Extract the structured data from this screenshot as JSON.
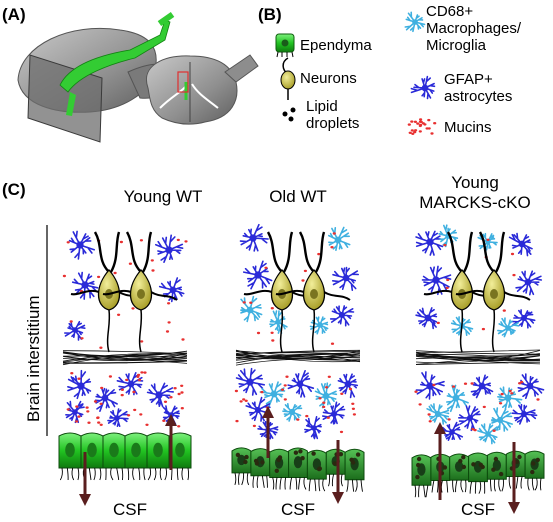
{
  "panels": {
    "a": "(A)",
    "b": "(B)",
    "c": "(C)"
  },
  "legend": {
    "ependyma": "Ependyma",
    "neurons": "Neurons",
    "lipid_line1": "Lipid",
    "lipid_line2": "droplets",
    "macro_line1": "CD68+",
    "macro_line2": "Macrophages/",
    "macro_line3": "Microglia",
    "gfap_line1": "GFAP+",
    "gfap_line2": "astrocytes",
    "mucins": "Mucins"
  },
  "columns": {
    "young_wt": "Young WT",
    "old_wt": "Old WT",
    "cko_line1": "Young",
    "cko_line2": "MARCKS-cKO"
  },
  "axis_label": "Brain interstitium",
  "csf_label": "CSF",
  "colors": {
    "ependyma_green": "#22c422",
    "ependyma_dark": "#1a5c1a",
    "neuron_yellow": "#c8c040",
    "astrocyte_blue": "#2a2ad8",
    "microglia_cyan": "#3fb0e0",
    "mucin_red": "#e83030",
    "arrow_brown": "#5a1e1e",
    "brain_gray": "#8a8a8a"
  }
}
